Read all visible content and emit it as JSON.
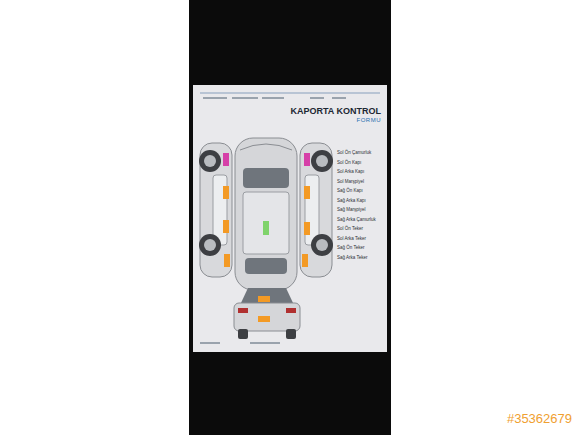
{
  "diagram": {
    "title": "KAPORTA KONTROL",
    "labels": [
      "FORMU",
      "Sol Ön Çamurluk",
      "Sol Ön Kapı",
      "Sol Arka Kapı",
      "Sol Marşpiyel",
      "Sağ Ön Kapı",
      "Sağ Arka Kapı",
      "Sağ Marşpiyel",
      "Sağ Arka Çamurluk",
      "Sol Ön Teker",
      "Sol Arka Teker",
      "Sağ Ön Teker",
      "Sağ Arka Teker",
      "#35362679"
    ]
  }
}
